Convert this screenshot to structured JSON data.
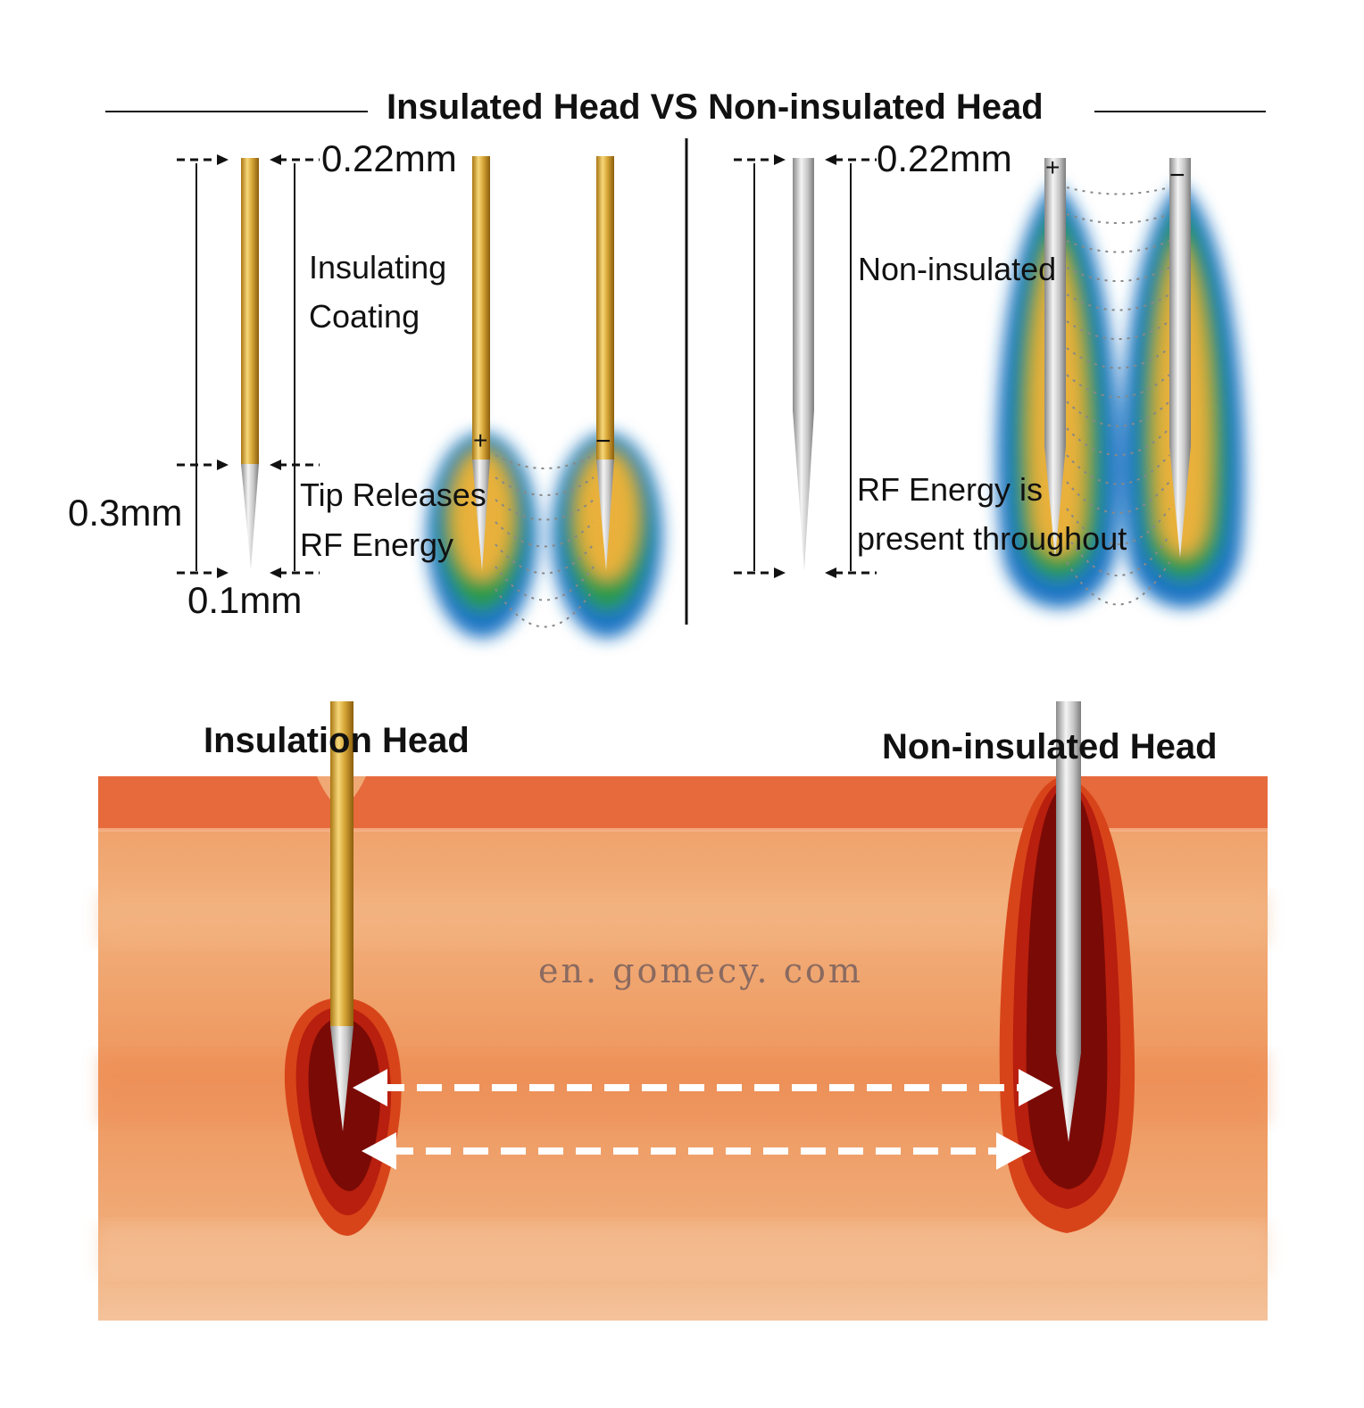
{
  "title": "Insulated Head VS Non-insulated Head",
  "top_left": {
    "width_label": "0.22mm",
    "coating_label_line1": "Insulating",
    "coating_label_line2": "Coating",
    "tip_length_label": "0.3mm",
    "tip_width_label": "0.1mm",
    "tip_label_line1": "Tip Releases",
    "tip_label_line2": "RF Energy",
    "plus_sign": "+",
    "minus_sign": "−"
  },
  "top_right": {
    "width_label": "0.22mm",
    "needle_label": "Non-insulated",
    "energy_label_line1": "RF Energy is",
    "energy_label_line2": "present throughout",
    "plus_sign": "+",
    "minus_sign": "−"
  },
  "bottom": {
    "left_label": "Insulation Head",
    "right_label": "Non-insulated Head",
    "watermark": "en. gomecy. com"
  },
  "colors": {
    "gold": "#d9a93a",
    "silver": "#c8c8c8",
    "skin_top": "#e66a3c",
    "skin_body": "#ef9a5e",
    "burn_dark": "#7a0a06",
    "burn_mid": "#c0280f",
    "field_blue": "#1f74c4",
    "field_green": "#2a9a4a",
    "field_yellow": "#e9b13a"
  }
}
